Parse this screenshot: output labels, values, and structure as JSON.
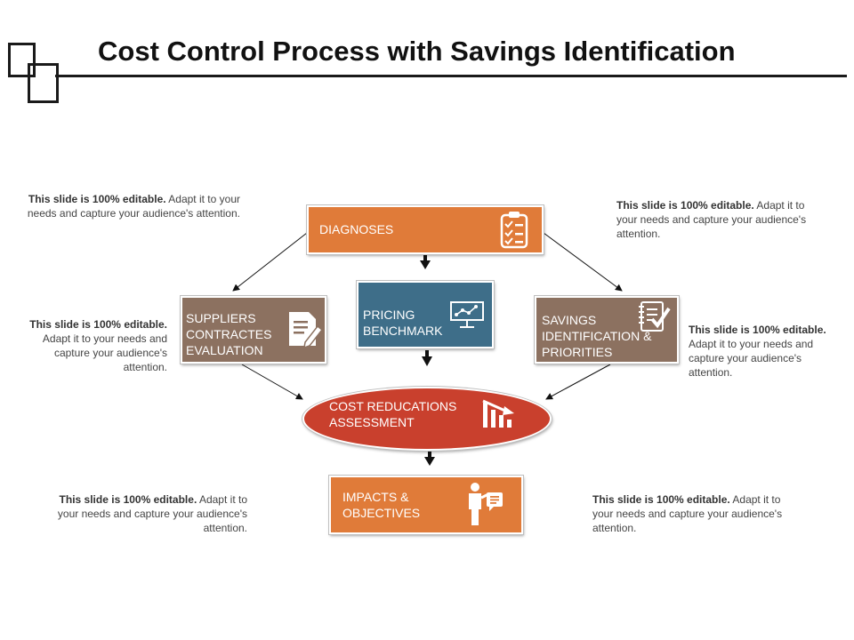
{
  "title": "Cost Control Process with Savings Identification",
  "colors": {
    "orange": "#E07B39",
    "teal": "#3E6E89",
    "taupe": "#8C7160",
    "red": "#C9402D",
    "text": "#444444"
  },
  "nodes": {
    "diagnoses": {
      "label": "DIAGNOSES",
      "icon": "clipboard-checklist-icon"
    },
    "suppliers": {
      "label": "SUPPLIERS CONTRACTES EVALUATION",
      "icon": "document-pencil-icon"
    },
    "pricing": {
      "label": "PRICING BENCHMARK",
      "icon": "presentation-chart-icon"
    },
    "savings": {
      "label": "SAVINGS IDENTIFICATION & PRIORITIES",
      "icon": "notebook-check-icon"
    },
    "cost": {
      "label": "COST REDUCATIONS ASSESSMENT",
      "icon": "declining-bar-chart-icon"
    },
    "impacts": {
      "label": "IMPACTS & OBJECTIVES",
      "icon": "presenter-speech-icon"
    }
  },
  "notes": [
    {
      "bold": "This slide is 100%  editable.",
      "text": " Adapt it to your needs and capture your audience's attention."
    },
    {
      "bold": "This slide is 100%  editable.",
      "text": " Adapt it to your needs and capture your audience's attention."
    },
    {
      "bold": "This slide is 100% editable.",
      "text": " Adapt it to your needs and capture your audience's attention."
    },
    {
      "bold": "This slide is 100%  editable.",
      "text": " Adapt it to your needs and capture your audience's attention."
    },
    {
      "bold": "This slide is 100%  editable.",
      "text": " Adapt it to your needs and capture your audience's attention."
    },
    {
      "bold": "This slide is 100%  editable.",
      "text": " Adapt it to your needs and capture your audience's attention."
    }
  ]
}
